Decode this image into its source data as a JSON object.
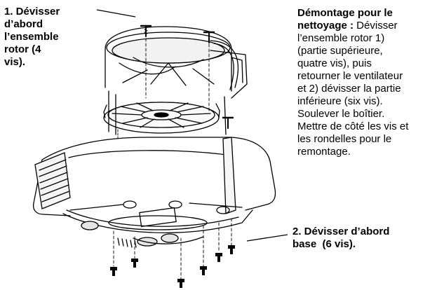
{
  "step1": {
    "lines": [
      "1. Dévisser",
      "d’abord",
      "l’ensemble",
      "rotor (4",
      "vis)."
    ]
  },
  "side_note": {
    "title_lines": [
      "Démontage pour le",
      "nettoyage :"
    ],
    "body_first": " Dévisser",
    "body_lines": [
      "l’ensemble rotor 1)",
      "(partie supérieure,",
      "quatre vis), puis",
      "retourner le ventilateur",
      "et 2) dévisser la partie",
      "inférieure (six vis).",
      "Soulever le boîtier.",
      "Mettre de côté les vis et",
      "les rondelles pour le",
      "remontage."
    ]
  },
  "step2": {
    "lines": [
      "2. Dévisser d’abord",
      "base  (6 vis)."
    ]
  }
}
